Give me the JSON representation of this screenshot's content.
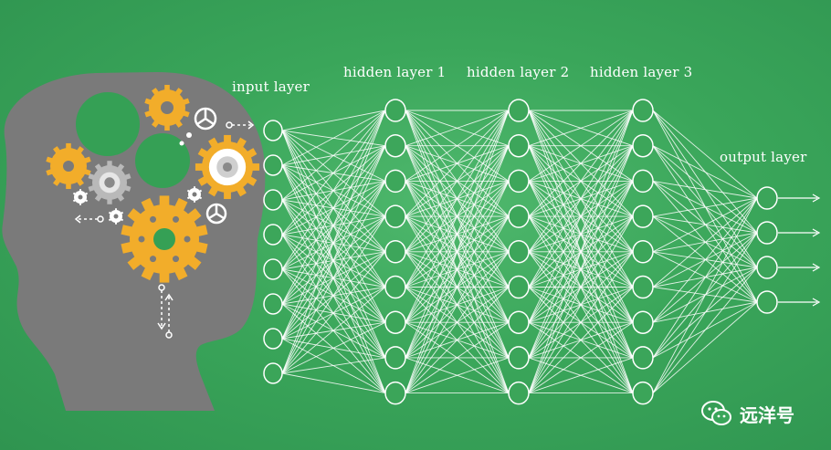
{
  "labels": {
    "input": "input layer",
    "hidden1": "hidden layer 1",
    "hidden2": "hidden layer 2",
    "hidden3": "hidden layer 3",
    "output": "output layer"
  },
  "network": {
    "node_counts": [
      8,
      9,
      9,
      9,
      4
    ],
    "node_color": "#ffffff"
  },
  "watermark": {
    "text": "远洋号",
    "icon": "wechat-icon"
  },
  "colors": {
    "background": "#3aa65a",
    "head": "#7a7a7a",
    "gear": "#f2ad2a",
    "gear_grey": "#b9b9b9",
    "line": "#ffffff"
  }
}
